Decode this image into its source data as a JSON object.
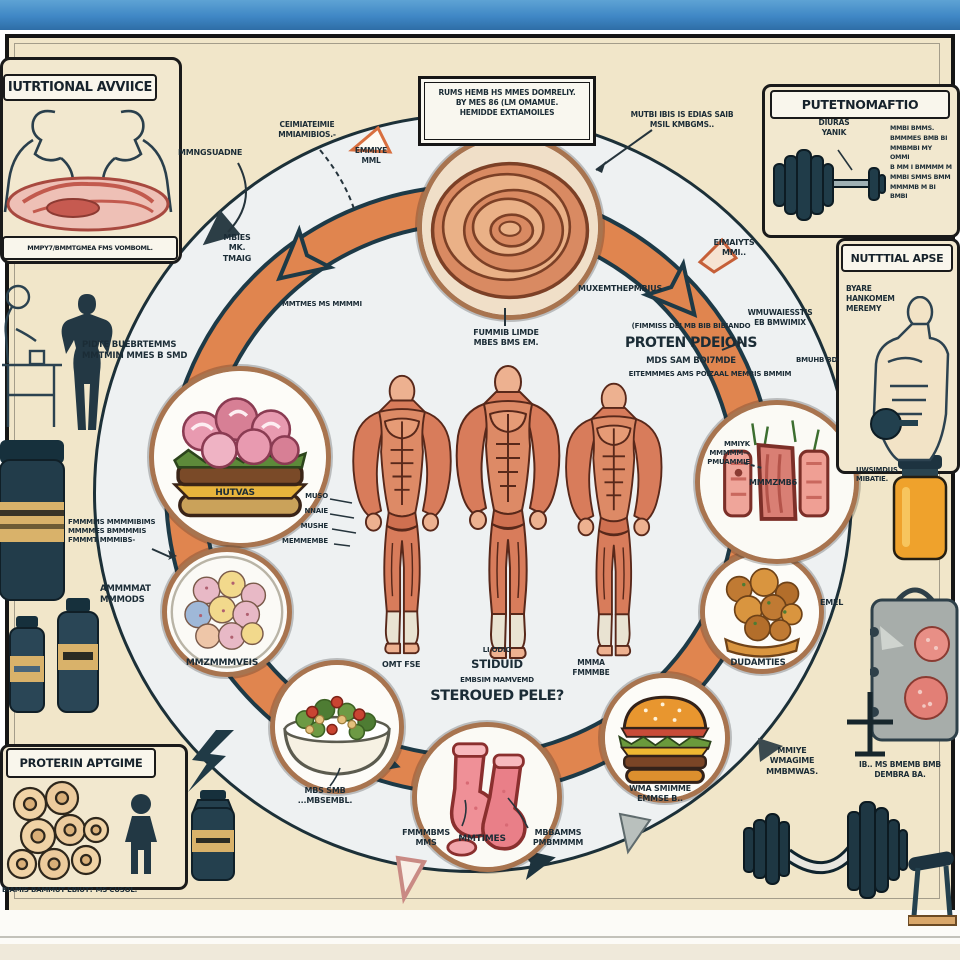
{
  "colors": {
    "strip_blue": "#3f87c5",
    "poster_bg": "#f1e6c9",
    "circle_bg": "#eef1f2",
    "arrow_orange": "#e0854f",
    "ink": "#1b2c36",
    "node_ring": "#a8744f",
    "navy": "#22404e",
    "gold": "#d9b26a",
    "honey": "#efa42c"
  },
  "top_left_panel": {
    "title": "IUTRTIONAL AVVIICE",
    "caption": "MMPY7/BMMTGMEA FMS VOMBOML."
  },
  "top_box": {
    "text": "RUMS HEMB HS MMES DOMRELIY.\nBY MES 86 (LM OMAMUE.\nHEMIDDE EXTIAMOILES"
  },
  "top_right_panel": {
    "title": "PUTETNOMAFTIO",
    "label": "DIURAS\nYANIK",
    "text": "MMBI BMMS.\nBMMMES BMB BI\nMMBMBI MY OMMI\nB MM I BMMMM M\nMMBI SMMS BMM\nMMMMB M BI BMBI"
  },
  "right_panel": {
    "title": "NUTTTIAL APSE",
    "label": "BYARE\nHANKOMEM\nMEREMY"
  },
  "bottom_left_panel": {
    "title": "PROTERIN APTGIME",
    "caption": "BIAMIS BAMMUT EBIUT? MS CUSOL."
  },
  "cycle": {
    "note_a": "MMNGSUADNE",
    "note_b": "CEIMIATEIMIE\nMMIAMIBIOS.-",
    "note_tail": "EMMIYE\nMML",
    "inner_topleft": "MBIES\nMK.\nTMAIG",
    "note_topright": "MUTBI IBIS IS EDIAS SAIB\nMSIL KMBGMS..",
    "under_top": "FUMMIB LIMDE\nMBES BMS EM.",
    "left_inner": "MMTMES MS MMMMI",
    "eimaiyts": "EIMAIYTS\nMMI..",
    "muxemthe": "MUXEMTHEPMBIUS",
    "wmuwaies": "WMUWAIESSTIS\nEB BMWIMIX",
    "protein_small": "(FIMMISS DEI MB BIB BIBIANDO",
    "protein_title": "PROTEN PDEIONS",
    "protein_l3": "MDS SAM BOI7MDE",
    "protein_l4": "EITEMMMES AMS POIZAAL MEMBIS BMMIM",
    "protein_r": "BMUHB BD",
    "left_mid": "PIDTE BUEBRTEMMS\nMMTMIM MMES B SMD",
    "muscle_labels": "MUSO\nNNAIE\nMUSHE\nMEMMEMBE",
    "q_left": "OMT FSE",
    "q_a": "LI ODIO",
    "q_b": "STIDUID",
    "q_c": "EMBSIM MAMVEMD",
    "q_d": "STEROUED PELE?",
    "q_right": "MMMA\nFMMMBE"
  },
  "nodes": {
    "burger_left": {
      "caption": "HUTVAS"
    },
    "cookies": {
      "caption": "MMZMMMVEIS",
      "note3": "FMMMMS MMMMIBIMS\nMMMMES BMMMMIS\nFMMMT MMMIBS-",
      "note2": "AMMMMAT\nMMMODS"
    },
    "salad": {
      "caption": "MBS SMB\n...MBSEMBL."
    },
    "socks": {
      "caption": "MMTIMES",
      "left": "FMMMBMS\nMMS",
      "right": "MBBAMMS\nPMBMMMM"
    },
    "burger_right": {
      "caption": "WMA SMIMME\nEMMSE B.."
    },
    "chicken": {
      "caption": "DUDAMTIES",
      "right": "EMEL"
    },
    "meat": {
      "caption": "MMMZMB6",
      "left": "MMIYK\nMMMMM—\nPMUAMMIE"
    }
  },
  "edge_notes": {
    "jar_note": "UWSIMDUS\nMIBATIE.",
    "bottom_right_a": "MMIYE\nWMAGIME\nMMBMWAS.",
    "bottom_right_b": "IB.. MS BMEMB BMB\nDEMBRA BA."
  },
  "illustrations": {
    "top_left": "two-men-over-meat-plate",
    "top_node": "sausage-coil",
    "burger_left": "shrimp-burger",
    "cookies": "cookie-plate",
    "salad": "salad-bowl",
    "socks": "pink-meat-socks",
    "burger_right": "cheeseburger",
    "chicken": "fried-chunks-bun",
    "meat": "raw-meat-cuts",
    "center": "three-muscle-anatomy-men",
    "left_edge": "seated-man-outline, standing-silhouette, protein-tub, supplement-bottles",
    "right_edge": "honey-jar, gym-bag-with-meat, rack, curved-barbell, bench",
    "corners": "dumbbell, torso-with-dumbbell, bagel-pile, person-silhouette, lightning"
  }
}
